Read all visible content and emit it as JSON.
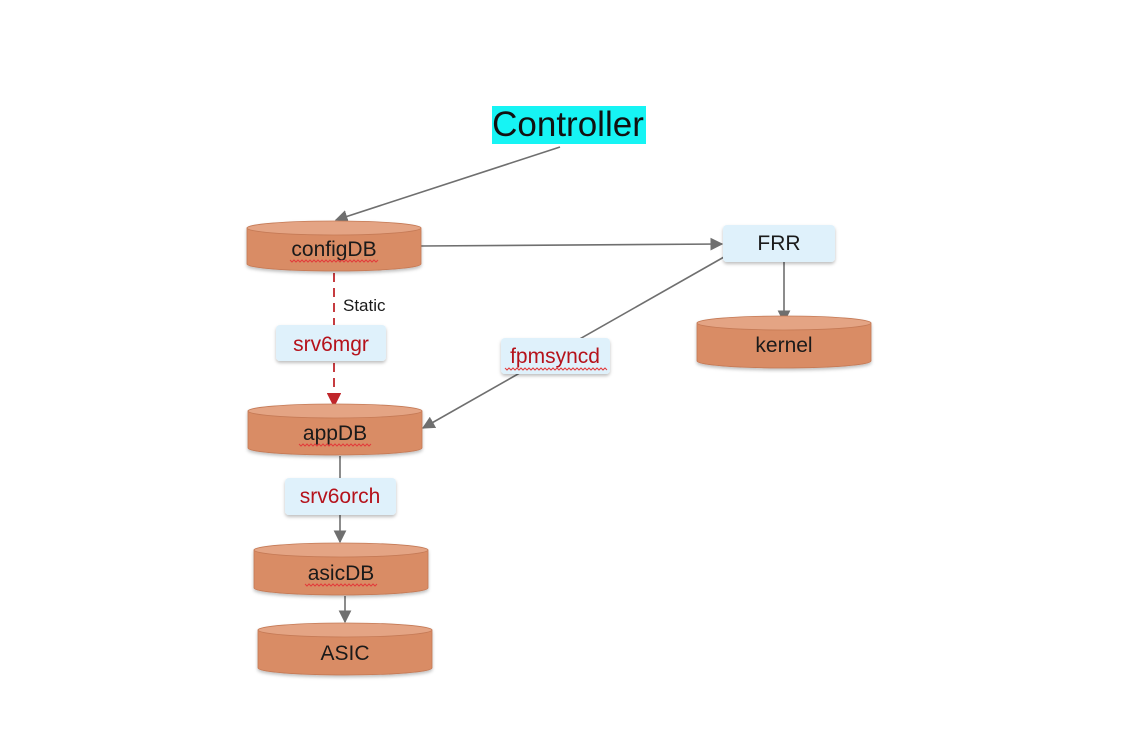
{
  "controller": {
    "label": "Controller",
    "bg": "#16f4f4"
  },
  "databases": {
    "configdb": "configDB",
    "appdb": "appDB",
    "asicdb": "asicDB",
    "asic": "ASIC",
    "kernel": "kernel"
  },
  "processes": {
    "frr": "FRR",
    "srv6mgr": "srv6mgr",
    "fpmsyncd": "fpmsyncd",
    "srv6orch": "srv6orch"
  },
  "edge_labels": {
    "static": "Static"
  },
  "colors": {
    "db_fill": "#d98c65",
    "db_top": "#e4a484",
    "db_stroke": "#c57a56",
    "box_fill": "#dff1fb",
    "process_text": "#b5121b",
    "arrow": "#6f6f6f",
    "dashed_arrow": "#c0262b"
  }
}
